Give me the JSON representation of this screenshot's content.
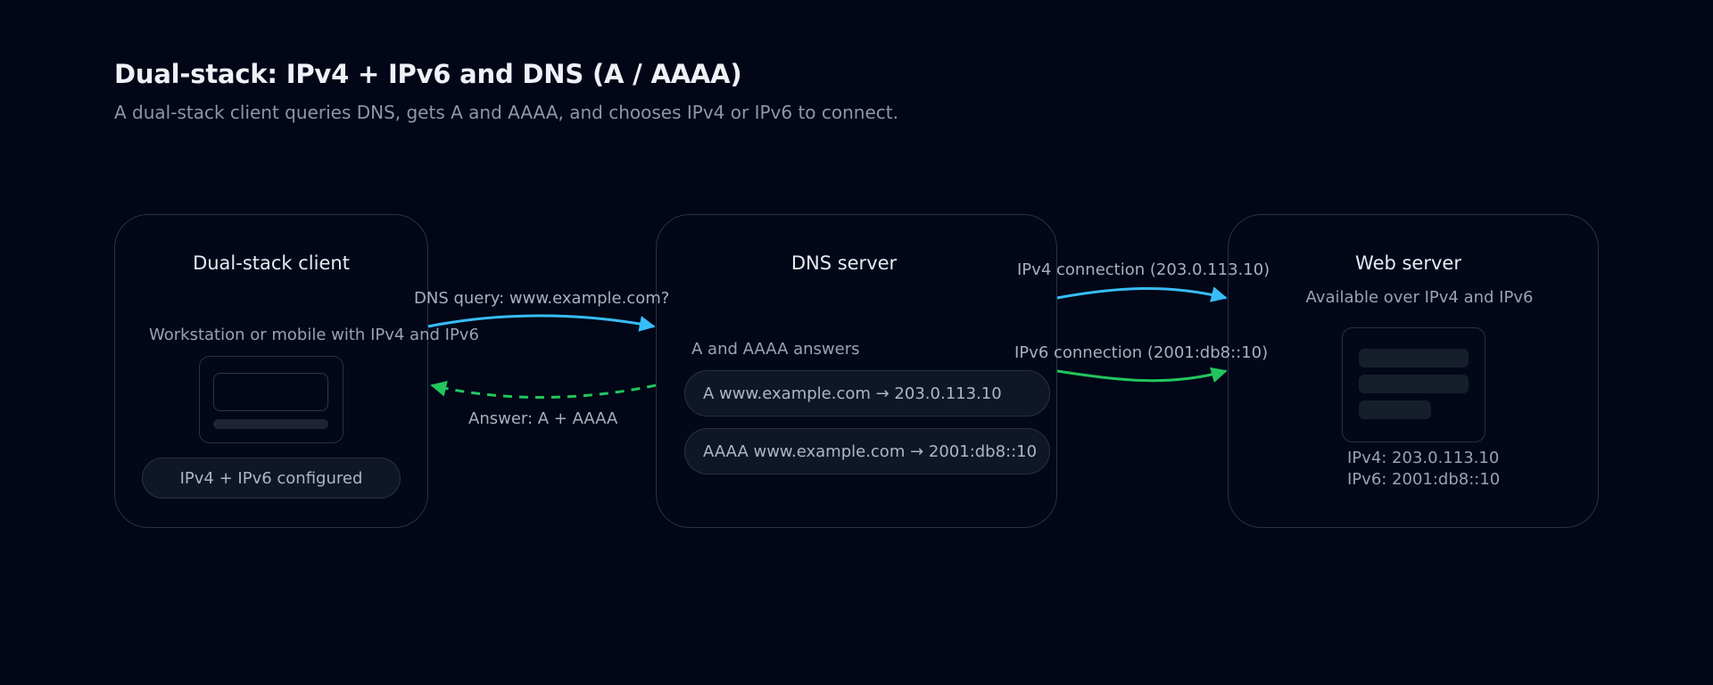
{
  "header": {
    "title": "Dual-stack: IPv4 + IPv6 and DNS (A / AAAA)",
    "subtitle": "A dual-stack client queries DNS, gets A and AAAA, and chooses IPv4 or IPv6 to connect."
  },
  "client": {
    "title": "Dual-stack client",
    "description": "Workstation or mobile with IPv4 and IPv6",
    "badge": "IPv4 + IPv6 configured"
  },
  "dns": {
    "title": "DNS server",
    "answers_label": "A and AAAA answers",
    "records": [
      "A www.example.com → 203.0.113.10",
      "AAAA www.example.com → 2001:db8::10"
    ]
  },
  "web": {
    "title": "Web server",
    "description": "Available over IPv4 and IPv6",
    "ipv4": "IPv4: 203.0.113.10",
    "ipv6": "IPv6: 2001:db8::10"
  },
  "edges": {
    "query": "DNS query: www.example.com?",
    "answer": "Answer: A + AAAA",
    "ipv4_connection": "IPv4 connection (203.0.113.10)",
    "ipv6_connection": "IPv6 connection (2001:db8::10)"
  },
  "colors": {
    "ipv4_blue": "#38bdf8",
    "ipv6_green": "#22c55e"
  }
}
